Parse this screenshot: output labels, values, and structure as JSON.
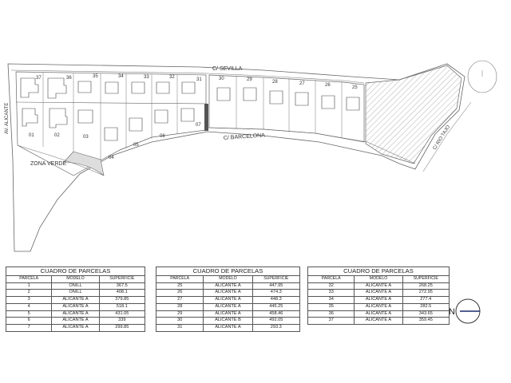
{
  "plan": {
    "streets": {
      "sevilla": "C/ SEVILLA",
      "barcelona": "C/ BARCELONA",
      "av_alicante": "AV. ALICANTE",
      "rio_tajo": "C/ RIO TAJO"
    },
    "zona_verde": "ZONA VERDE",
    "north_label": "N",
    "parcels_north": [
      "37",
      "36",
      "35",
      "34",
      "33",
      "32",
      "31"
    ],
    "parcels_south": [
      "01",
      "02",
      "03",
      "04",
      "05",
      "06",
      "07"
    ],
    "parcels_east": [
      "30",
      "29",
      "28",
      "27",
      "26",
      "25"
    ]
  },
  "tables": [
    {
      "title": "CUADRO DE PARCELAS",
      "headers": [
        "PARCELA",
        "MODELO",
        "SUPERFICIE"
      ],
      "rows": [
        [
          "1",
          "ONILL",
          "367.5"
        ],
        [
          "2",
          "ONILL",
          "408.1"
        ],
        [
          "3",
          "ALICANTE A",
          "379.85"
        ],
        [
          "4",
          "ALICANTE A",
          "518.1"
        ],
        [
          "5",
          "ALICANTE A",
          "431.05"
        ],
        [
          "6",
          "ALICANTE A",
          "339"
        ],
        [
          "7",
          "ALICANTE A",
          "299.85"
        ]
      ]
    },
    {
      "title": "CUADRO DE PARCELAS",
      "headers": [
        "PARCELA",
        "MODELO",
        "SUPERFICIE"
      ],
      "rows": [
        [
          "25",
          "ALICANTE A",
          "447.95"
        ],
        [
          "26",
          "ALICANTE A",
          "474.3"
        ],
        [
          "27",
          "ALICANTE A",
          "448.3"
        ],
        [
          "28",
          "ALICANTE A",
          "445.25"
        ],
        [
          "29",
          "ALICANTE A",
          "458.46"
        ],
        [
          "30",
          "ALICANTE B",
          "492.05"
        ],
        [
          "31",
          "ALICANTE A",
          "293.3"
        ]
      ]
    },
    {
      "title": "CUADRO DE PARCELAS",
      "headers": [
        "PARCELA",
        "MODELO",
        "SUPERFICIE"
      ],
      "rows": [
        [
          "32",
          "ALICANTE A",
          "268.25"
        ],
        [
          "33",
          "ALICANTE A",
          "272.95"
        ],
        [
          "34",
          "ALICANTE A",
          "277.4"
        ],
        [
          "35",
          "ALICANTE A",
          "282.5"
        ],
        [
          "36",
          "ALICANTE A",
          "343.65"
        ],
        [
          "37",
          "ALICANTE A",
          "359.45"
        ]
      ]
    }
  ]
}
